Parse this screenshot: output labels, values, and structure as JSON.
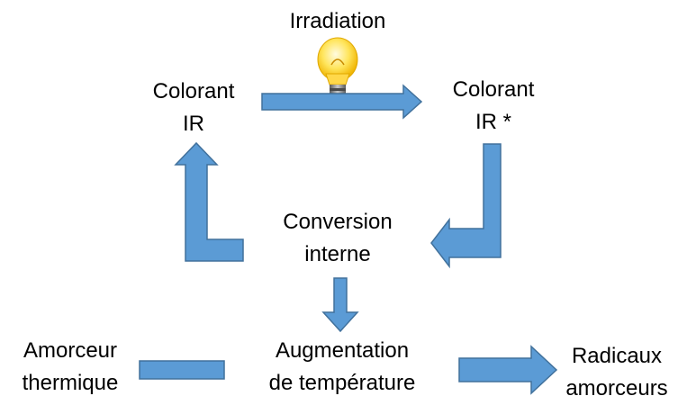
{
  "colors": {
    "arrow_fill": "#5b9bd5",
    "arrow_stroke": "#41719c",
    "text": "#000000",
    "bulb_glass": "#ffe55c",
    "bulb_base": "#8a8a8a"
  },
  "icons": {
    "irradiation": "light-bulb-icon"
  },
  "nodes": {
    "irradiation": "Irradiation",
    "colorant_ir": {
      "line1": "Colorant",
      "line2": "IR"
    },
    "colorant_ir_excited": {
      "line1": "Colorant",
      "line2": "IR *"
    },
    "conversion_interne": {
      "line1": "Conversion",
      "line2": "interne"
    },
    "augmentation_temperature": {
      "line1": "Augmentation",
      "line2": "de température"
    },
    "amorceur_thermique": {
      "line1": "Amorceur",
      "line2": "thermique"
    },
    "radicaux_amorceurs": {
      "line1": "Radicaux",
      "line2": "amorceurs"
    }
  }
}
